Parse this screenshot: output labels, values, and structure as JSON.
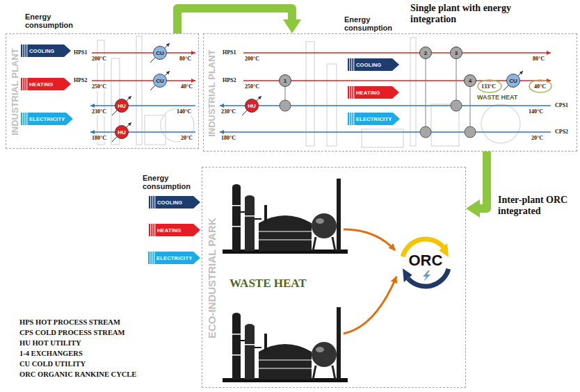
{
  "diagram": {
    "nodes": [
      {
        "text": [
          "INDUSTRIAL PLANT"
        ]
      },
      {
        "text": [
          "COOLING"
        ],
        "in": 0
      },
      {
        "text": [
          "HEATING"
        ],
        "in": 0
      },
      {
        "text": [
          "ELECTRICITY"
        ],
        "in": 0
      },
      {
        "text": [
          "CU"
        ],
        "in": 0
      },
      {
        "text": [
          "CU"
        ],
        "in": 0
      },
      {
        "text": [
          "HU"
        ],
        "in": 0
      },
      {
        "text": [
          "HU"
        ],
        "in": 0
      },
      {
        "text": [
          "INDUSTRIAL PLANT"
        ]
      },
      {
        "text": [
          "COOLING"
        ],
        "in": 8
      },
      {
        "text": [
          "HEATING"
        ],
        "in": 8
      },
      {
        "text": [
          "ELECTRICITY"
        ],
        "in": 8
      },
      {
        "text": [
          "2"
        ],
        "in": 8
      },
      {
        "text": [
          "3"
        ],
        "in": 8
      },
      {
        "text": [
          "1"
        ],
        "in": 8
      },
      {
        "text": [
          "4"
        ],
        "in": 8
      },
      {
        "text": [
          "CU"
        ],
        "in": 8
      },
      {
        "text": [
          "HU"
        ],
        "in": 8
      },
      {
        "text": [
          "COOLING"
        ]
      },
      {
        "text": [
          "HEATING"
        ]
      },
      {
        "text": [
          "ELECTRICITY"
        ]
      },
      {
        "text": [
          "ECO-INDUSTRIAL PARK"
        ]
      },
      {
        "text": [
          "ORC"
        ],
        "in": 21
      }
    ],
    "edges": [
      {
        "from": 0,
        "to": 8,
        "arrow": "to"
      },
      {
        "from": 8,
        "to": 21,
        "arrow": "to"
      }
    ],
    "labels": [
      "Energy consumption",
      "HPS1",
      "200°C",
      "80°C",
      "HPS2",
      "250°C",
      "40°C",
      "230°C",
      "140°C",
      "180°C",
      "20°C",
      "Single plant with energy integration",
      "Energy consumption",
      "HPS1",
      "200°C",
      "80°C",
      "HPS2",
      "250°C",
      "133°C",
      "40°C",
      "WASTE HEAT",
      "CPS1",
      "230°C",
      "140°C",
      "CPS2",
      "180°C",
      "20°C",
      "Energy consumption",
      "WASTE HEAT",
      "Inter-plant ORC integrated"
    ],
    "legend": [
      {
        "text": "HPS HOT PROCESS STREAM"
      },
      {
        "text": "CPS COLD PROCESS STREAM"
      },
      {
        "text": "HU HOT UTILITY"
      },
      {
        "text": "1-4 EXCHANGERS"
      },
      {
        "text": "CU COLD UTILITY"
      },
      {
        "text": "ORC ORGANIC RANKINE CYCLE"
      }
    ]
  }
}
